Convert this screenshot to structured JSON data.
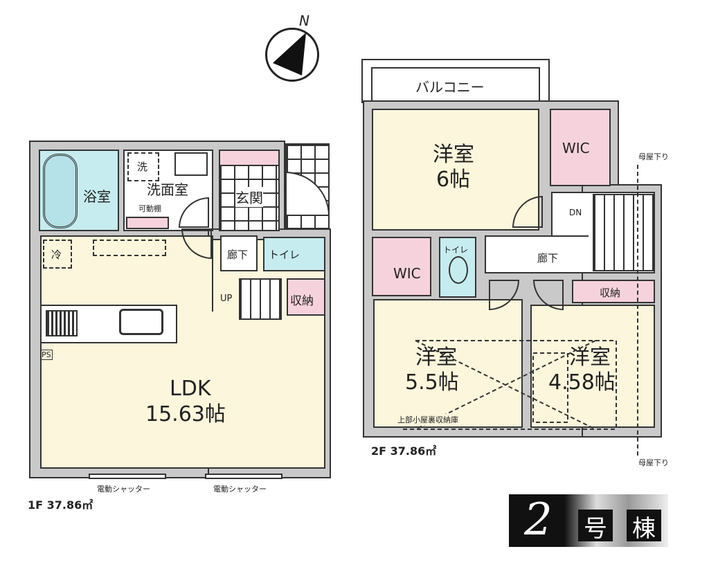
{
  "compass": {
    "label": "N"
  },
  "floor1": {
    "area_label": "1F 37.86㎡",
    "rooms": {
      "bath": "浴室",
      "washroom": "洗面室",
      "movable_shelf": "可動棚",
      "wash_machine": "洗",
      "entrance": "玄関",
      "hallway": "廊下",
      "toilet": "トイレ",
      "up": "UP",
      "storage": "収納",
      "fridge": "冷",
      "ps": "PS",
      "ldk_name": "LDK",
      "ldk_size": "15.63帖"
    },
    "shutters": [
      "電動シャッター",
      "電動シャッター"
    ]
  },
  "floor2": {
    "area_label": "2F 37.86㎡",
    "rooms": {
      "balcony": "バルコニー",
      "western6_name": "洋室",
      "western6_size": "6帖",
      "wic_top": "WIC",
      "wic_left": "WIC",
      "toilet": "トイレ",
      "hallway": "廊下",
      "down": "DN",
      "storage": "収納",
      "western55_name": "洋室",
      "western55_size": "5.5帖",
      "western458_name": "洋室",
      "western458_size": "4.58帖",
      "attic": "上部小屋裏収納庫"
    },
    "roof_notes": [
      "母屋下り",
      "母屋下り"
    ]
  },
  "badge": {
    "number": "2",
    "char1": "号",
    "char2": "棟"
  }
}
